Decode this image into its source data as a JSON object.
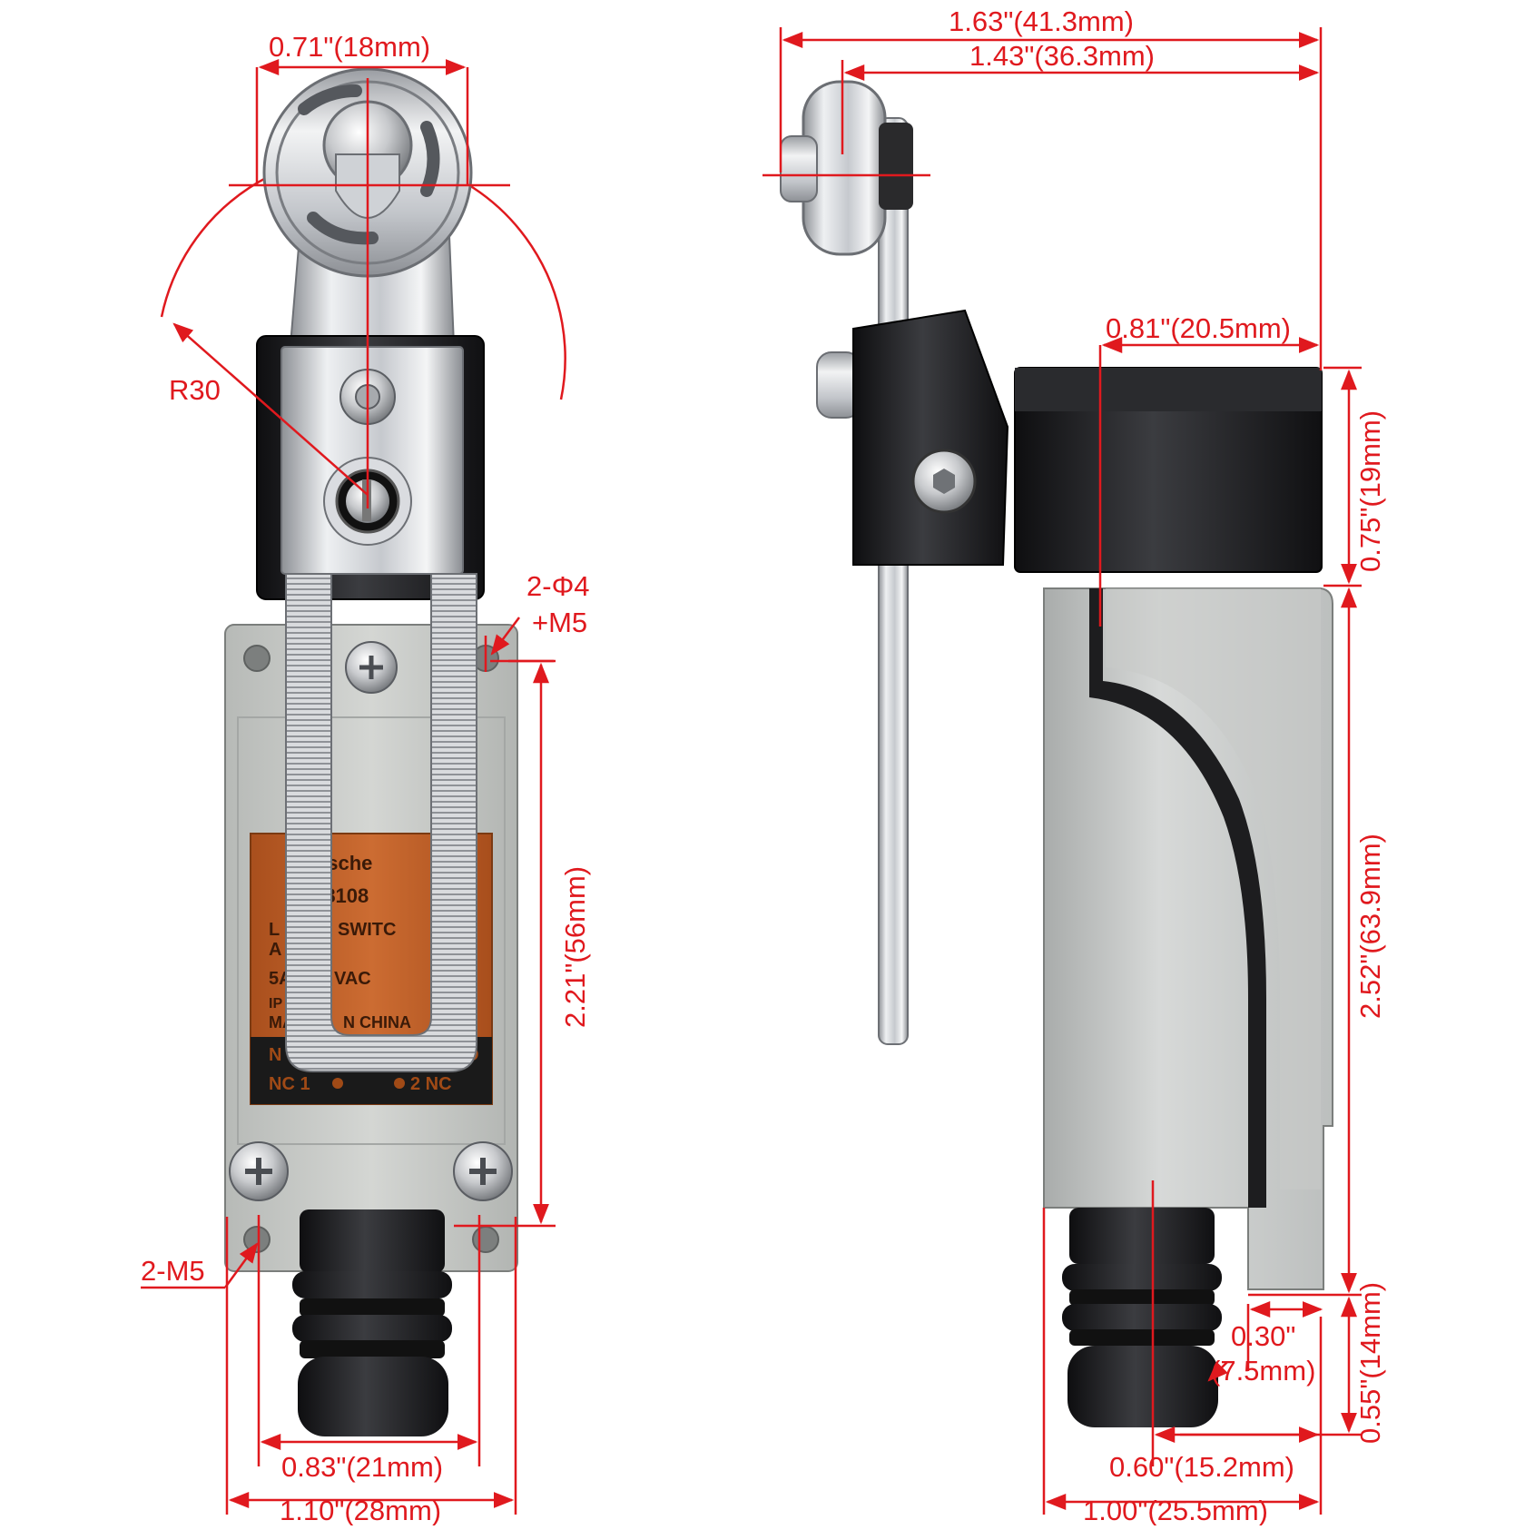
{
  "dimensions": {
    "roller_width": "0.71\"(18mm)",
    "radius": "R30",
    "mount_hole": "2-Φ4",
    "mount_thread": "+M5",
    "body_height": "2.21\"(56mm)",
    "bottom_thread": "2-M5",
    "hole_spacing": "0.83\"(21mm)",
    "base_width": "1.10\"(28mm)",
    "overall_width": "1.63\"(41.3mm)",
    "lever_reach": "1.43\"(36.3mm)",
    "head_depth": "0.81\"(20.5mm)",
    "head_height": "0.75\"(19mm)",
    "housing_height": "2.52\"(63.9mm)",
    "boot_height": "0.55\"(14mm)",
    "offset_in": "0.30\"",
    "offset_mm": "(7.5mm)",
    "boot_offset": "0.60\"(15.2mm)",
    "body_depth": "1.00\"(25.5mm)"
  },
  "label_plate": {
    "brand": "esche",
    "model": "-8108",
    "type_line": "SWITC",
    "rating_prefix": "5A",
    "rating_suffix": "VAC",
    "line_a": "A",
    "line_l": "L",
    "ip": "IP",
    "made_prefix": "MA",
    "made_suffix": "N CHINA",
    "terminal_left": "NC 1",
    "terminal_right": "2 NC",
    "terminal_n": "N",
    "terminal_o": "O",
    "mark": "€"
  },
  "colors": {
    "dimension": "#e0191e",
    "housing": "#c9cbc8",
    "label_plate": "#c0632a",
    "steel": "#dcdde0",
    "black_part": "#1c1c1e"
  }
}
